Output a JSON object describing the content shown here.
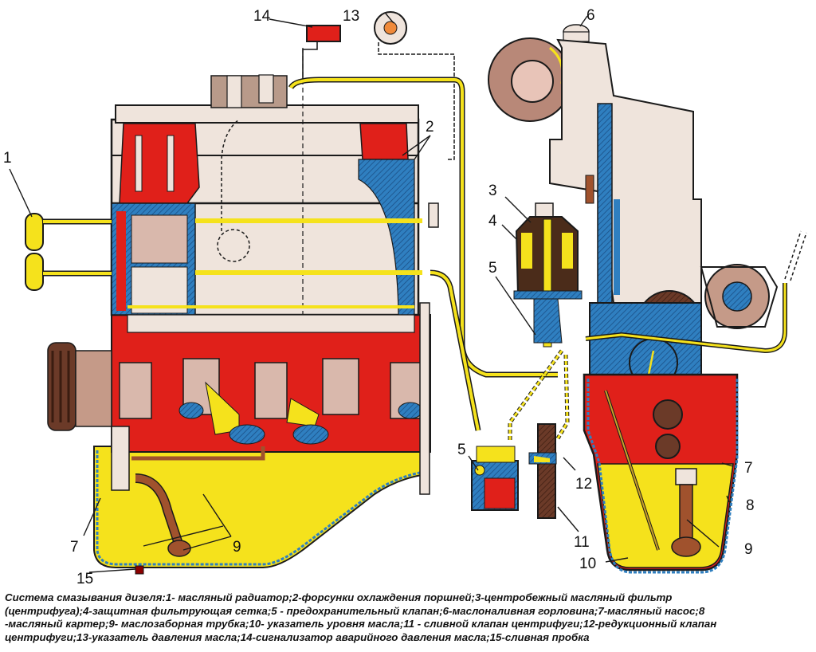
{
  "diagram": {
    "title": "Система смазывания дизеля",
    "callouts": [
      {
        "id": "1",
        "text": "1"
      },
      {
        "id": "2",
        "text": "2"
      },
      {
        "id": "3",
        "text": "3"
      },
      {
        "id": "4",
        "text": "4"
      },
      {
        "id": "5a",
        "text": "5"
      },
      {
        "id": "5b",
        "text": "5"
      },
      {
        "id": "6",
        "text": "6"
      },
      {
        "id": "7a",
        "text": "7"
      },
      {
        "id": "7b",
        "text": "7"
      },
      {
        "id": "8",
        "text": "8"
      },
      {
        "id": "9a",
        "text": "9"
      },
      {
        "id": "9b",
        "text": "9"
      },
      {
        "id": "10",
        "text": "10"
      },
      {
        "id": "11",
        "text": "11"
      },
      {
        "id": "12",
        "text": "12"
      },
      {
        "id": "13",
        "text": "13"
      },
      {
        "id": "14",
        "text": "14"
      },
      {
        "id": "15",
        "text": "15"
      }
    ],
    "colors": {
      "oil_pressure": "#f5e21c",
      "coolant": "#e0201a",
      "metal_section": "#2f7fc0",
      "body": "#efe4dc",
      "shaft": "#a0522d",
      "outline": "#1a1a1a"
    }
  },
  "caption": {
    "lines": [
      "Система смазывания дизеля:1- масляный радиатор;2-форсунки охлаждения поршней;3-центробежный масляный фильтр",
      "(центрифуга);4-защитная фильтрующая сетка;5 - предохранительный клапан;6-маслоналивная горловина;7-масляный насос;8",
      "-масляный картер;9- маслозаборная трубка;10- указатель уровня масла;11 - сливной клапан центрифуги;12-редукционный клапан",
      "центрифуги;13-указатель давления масла;14-сигнализатор аварийного давления масла;15-сливная пробка"
    ]
  },
  "legend": [
    {
      "num": "1",
      "label": "масляный радиатор"
    },
    {
      "num": "2",
      "label": "форсунки охлаждения поршней"
    },
    {
      "num": "3",
      "label": "центробежный масляный фильтр (центрифуга)"
    },
    {
      "num": "4",
      "label": "защитная фильтрующая сетка"
    },
    {
      "num": "5",
      "label": "предохранительный клапан"
    },
    {
      "num": "6",
      "label": "маслоналивная горловина"
    },
    {
      "num": "7",
      "label": "масляный насос"
    },
    {
      "num": "8",
      "label": "масляный картер"
    },
    {
      "num": "9",
      "label": "маслозаборная трубка"
    },
    {
      "num": "10",
      "label": "указатель уровня масла"
    },
    {
      "num": "11",
      "label": "сливной клапан центрифуги"
    },
    {
      "num": "12",
      "label": "редукционный клапан центрифуги"
    },
    {
      "num": "13",
      "label": "указатель давления масла"
    },
    {
      "num": "14",
      "label": "сигнализатор аварийного давления масла"
    },
    {
      "num": "15",
      "label": "сливная пробка"
    }
  ]
}
